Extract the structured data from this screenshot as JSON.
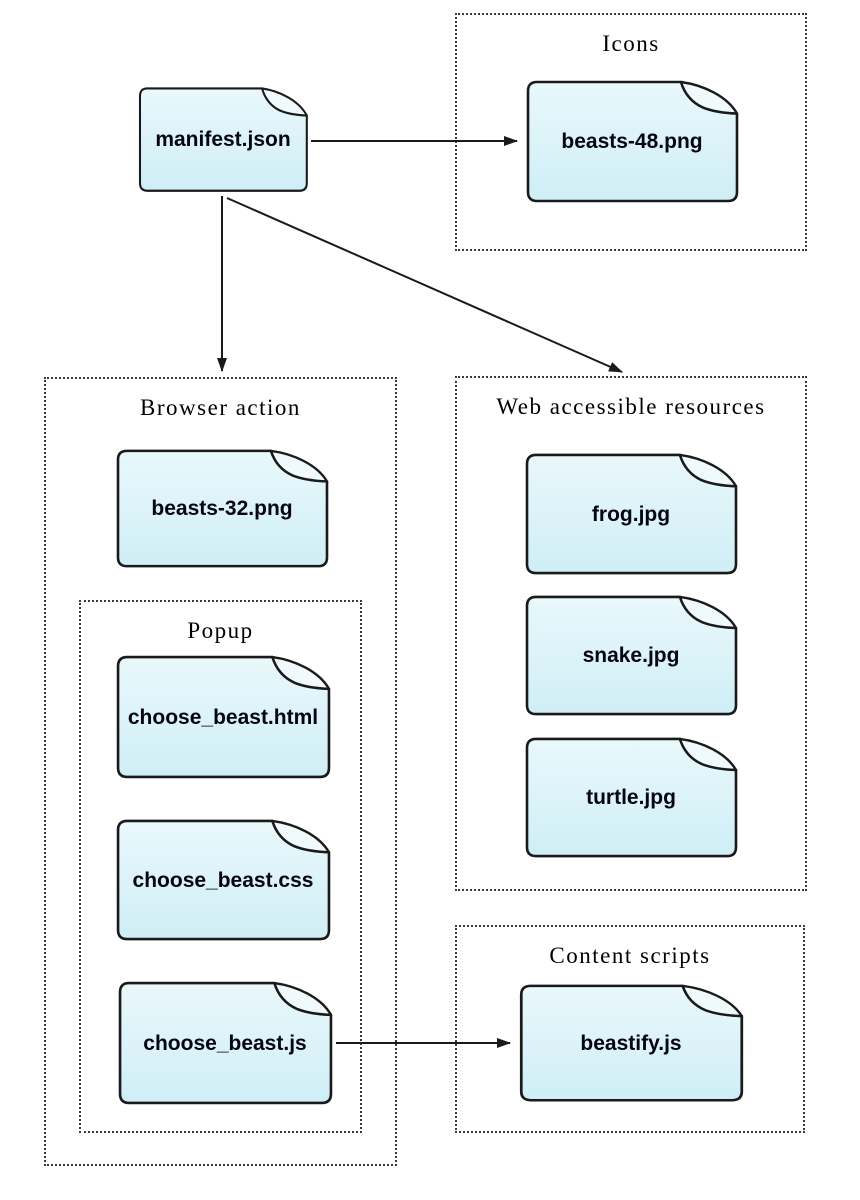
{
  "diagram_title": "web-extension-anatomy",
  "groups": {
    "icons": {
      "title": "Icons"
    },
    "browser_action": {
      "title": "Browser action"
    },
    "popup": {
      "title": "Popup"
    },
    "web_accessible_resources": {
      "title": "Web accessible resources"
    },
    "content_scripts": {
      "title": "Content scripts"
    }
  },
  "files": {
    "manifest": {
      "label": "manifest.json"
    },
    "beasts48": {
      "label": "beasts-48.png"
    },
    "beasts32": {
      "label": "beasts-32.png"
    },
    "choose_beast_html": {
      "label": "choose_beast.html"
    },
    "choose_beast_css": {
      "label": "choose_beast.css"
    },
    "choose_beast_js": {
      "label": "choose_beast.js"
    },
    "frog": {
      "label": "frog.jpg"
    },
    "snake": {
      "label": "snake.jpg"
    },
    "turtle": {
      "label": "turtle.jpg"
    },
    "beastify": {
      "label": "beastify.js"
    }
  },
  "arrows": [
    {
      "from": "manifest.json",
      "to": "beasts-48.png"
    },
    {
      "from": "manifest.json",
      "to": "Browser action group"
    },
    {
      "from": "manifest.json",
      "to": "Web accessible resources group"
    },
    {
      "from": "choose_beast.js",
      "to": "beastify.js"
    }
  ],
  "colors": {
    "background": "#ffffff",
    "file_fill_top": "#e9f8fb",
    "file_fill_bottom": "#cfeef6",
    "file_fold_fill": "#f0fafc",
    "file_stroke": "#1a1a1a",
    "group_border": "#3a3a3a",
    "arrow": "#1a1a1a",
    "title_text": "#000000",
    "label_text": "#050510"
  }
}
